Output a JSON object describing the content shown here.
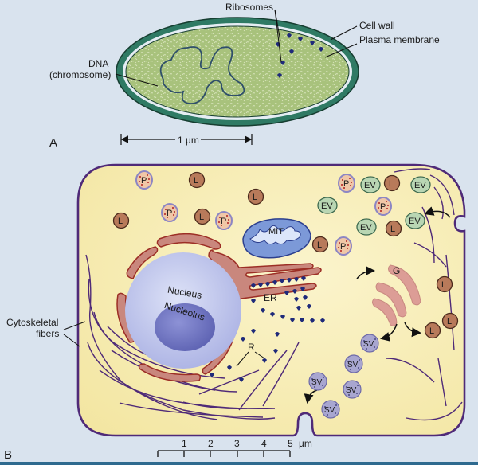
{
  "panel_a": {
    "panel_label": "A",
    "title": "Prokaryotic cell",
    "labels": {
      "ribosomes": "Ribosomes",
      "cell_wall": "Cell wall",
      "plasma_membrane": "Plasma membrane",
      "dna_line1": "DNA",
      "dna_line2": "(chromosome)"
    },
    "scale_bar": {
      "label": "1 µm",
      "length_um": 1
    }
  },
  "panel_b": {
    "panel_label": "B",
    "title": "Eukaryotic cell",
    "labels": {
      "nucleus": "Nucleus",
      "nucleolus": "Nucleolus",
      "er": "ER",
      "mitochondrion": "MIT",
      "golgi": "G",
      "ribosomes": "R",
      "cytoskeleton_line1": "Cytoskeletal",
      "cytoskeleton_line2": "fibers",
      "lysosome": "L",
      "peroxisome": "P",
      "endocytic_vesicle": "EV",
      "secretory_vesicle": "SV"
    },
    "scale_bar": {
      "ticks": [
        "1",
        "2",
        "3",
        "4",
        "5"
      ],
      "unit": "µm"
    }
  },
  "colors": {
    "background": "#d9e3ee",
    "cell_wall": "#2f7a64",
    "cytoplasm_a": "#a9c47e",
    "cytoplasm_b": "#f6ecae",
    "membrane_b": "#4f2a78",
    "er": "#c9877d",
    "nucleus": "#b9c0ea",
    "nucleolus": "#6f74c0",
    "lysosome": "#b87a5a",
    "vesicle_ev": "#b9d6b3",
    "ribosome": "#1f2a7a"
  }
}
